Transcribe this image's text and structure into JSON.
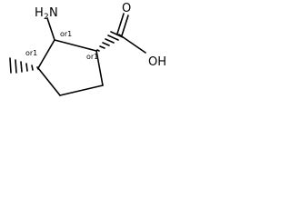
{
  "molecule": {
    "atoms": {
      "amine": {
        "main": "H",
        "sub": "2",
        "tail": "N"
      },
      "carbonyl_oxygen": "O",
      "hydroxyl": "OH"
    },
    "stereo_labels": {
      "c_amine": "or1",
      "c_acid": "or1",
      "c_methyl": "or1"
    }
  }
}
